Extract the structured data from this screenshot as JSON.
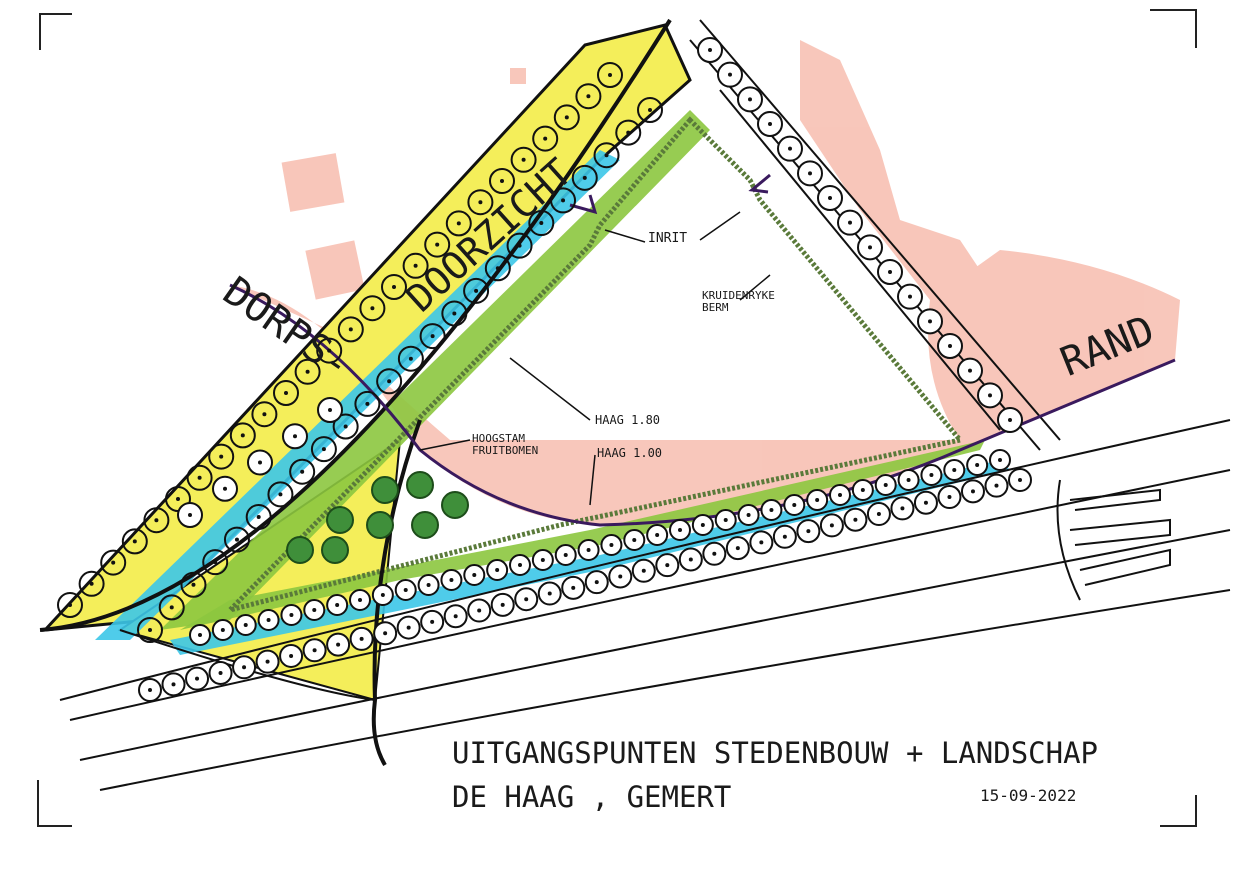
{
  "sketch": {
    "labels": {
      "dorps": "DORPS-",
      "doorzicht": "DOORZICHT",
      "rand": "RAND",
      "inrit": "INRIT",
      "kruidenrijke_berm": [
        "KRUIDENRYKE",
        "BERM"
      ],
      "haag_180": "HAAG 1.80",
      "hoogstam": [
        "HOOGSTAM",
        "FRUITBOMEN"
      ],
      "haag_100": "HAAG 1.00"
    },
    "title": {
      "line1": "UITGANGSPUNTEN STEDENBOUW + LANDSCHAP",
      "line2": "DE HAAG , GEMERT",
      "date": "15-09-2022"
    },
    "colors": {
      "yellow_band": "#f4ee5a",
      "water": "#3cc6e8",
      "hedge": "#8cc63f",
      "village_edge": "#f6b4a4",
      "purple_line": "#3a1a5e",
      "ink": "#1a1a1a"
    }
  }
}
